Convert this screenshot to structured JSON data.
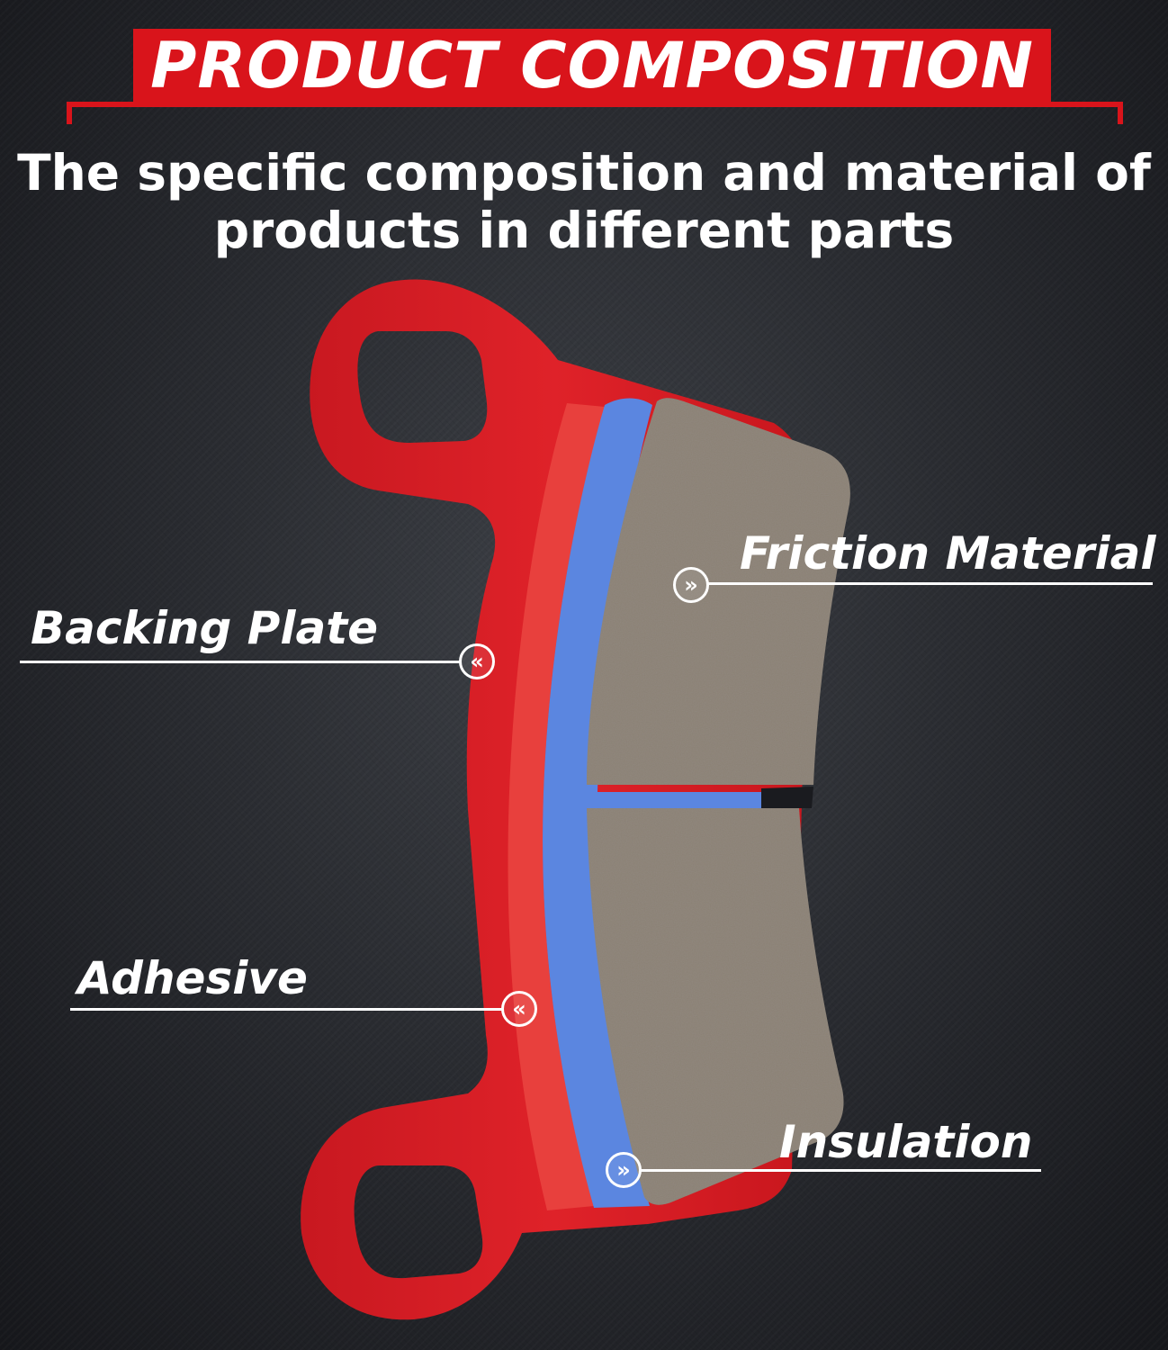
{
  "header": {
    "title": "PRODUCT COMPOSITION",
    "subtitle_line1": "The specific composition and material of",
    "subtitle_line2": "products in different parts"
  },
  "labels": {
    "friction_material": "Friction Material",
    "backing_plate": "Backing Plate",
    "adhesive": "Adhesive",
    "insulation": "Insulation"
  },
  "icons": {
    "right_marker": "double-chevron-right-icon",
    "left_marker": "double-chevron-left-icon",
    "right_glyph": "»",
    "left_glyph": "«"
  },
  "colors": {
    "banner": "#d9141b",
    "backing_plate": "#db1f26",
    "adhesive": "#e8403d",
    "insulation": "#5b86e0",
    "friction": "#8b8174",
    "background": "#2a2c31"
  }
}
